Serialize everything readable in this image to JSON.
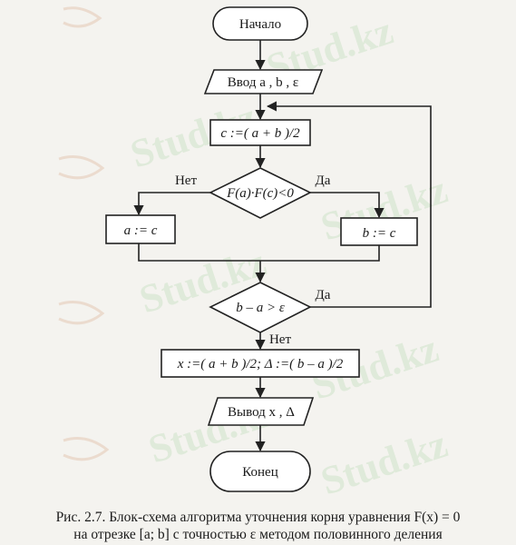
{
  "blocks": {
    "start": "Начало",
    "input": "Ввод a , b , ε",
    "compute_c": "c :=( a + b )/2",
    "condition1": "F(a)·F(c)<0",
    "assign_a": "a := c",
    "assign_b": "b := c",
    "condition2": "b – a > ε",
    "result": "x :=( a + b )/2; Δ :=( b – a )/2",
    "output": "Вывод x , Δ",
    "end": "Конец"
  },
  "branches": {
    "cond1_no": "Нет",
    "cond1_yes": "Да",
    "cond2_yes": "Да",
    "cond2_no": "Нет"
  },
  "watermark": {
    "text": "Stud.kz",
    "color": "#cfe3c9"
  },
  "caption": {
    "line1": "Рис. 2.7. Блок-схема алгоритма уточнения корня уравнения F(x) = 0",
    "line2": "на отрезке [a; b] с точностью ε методом половинного деления"
  }
}
